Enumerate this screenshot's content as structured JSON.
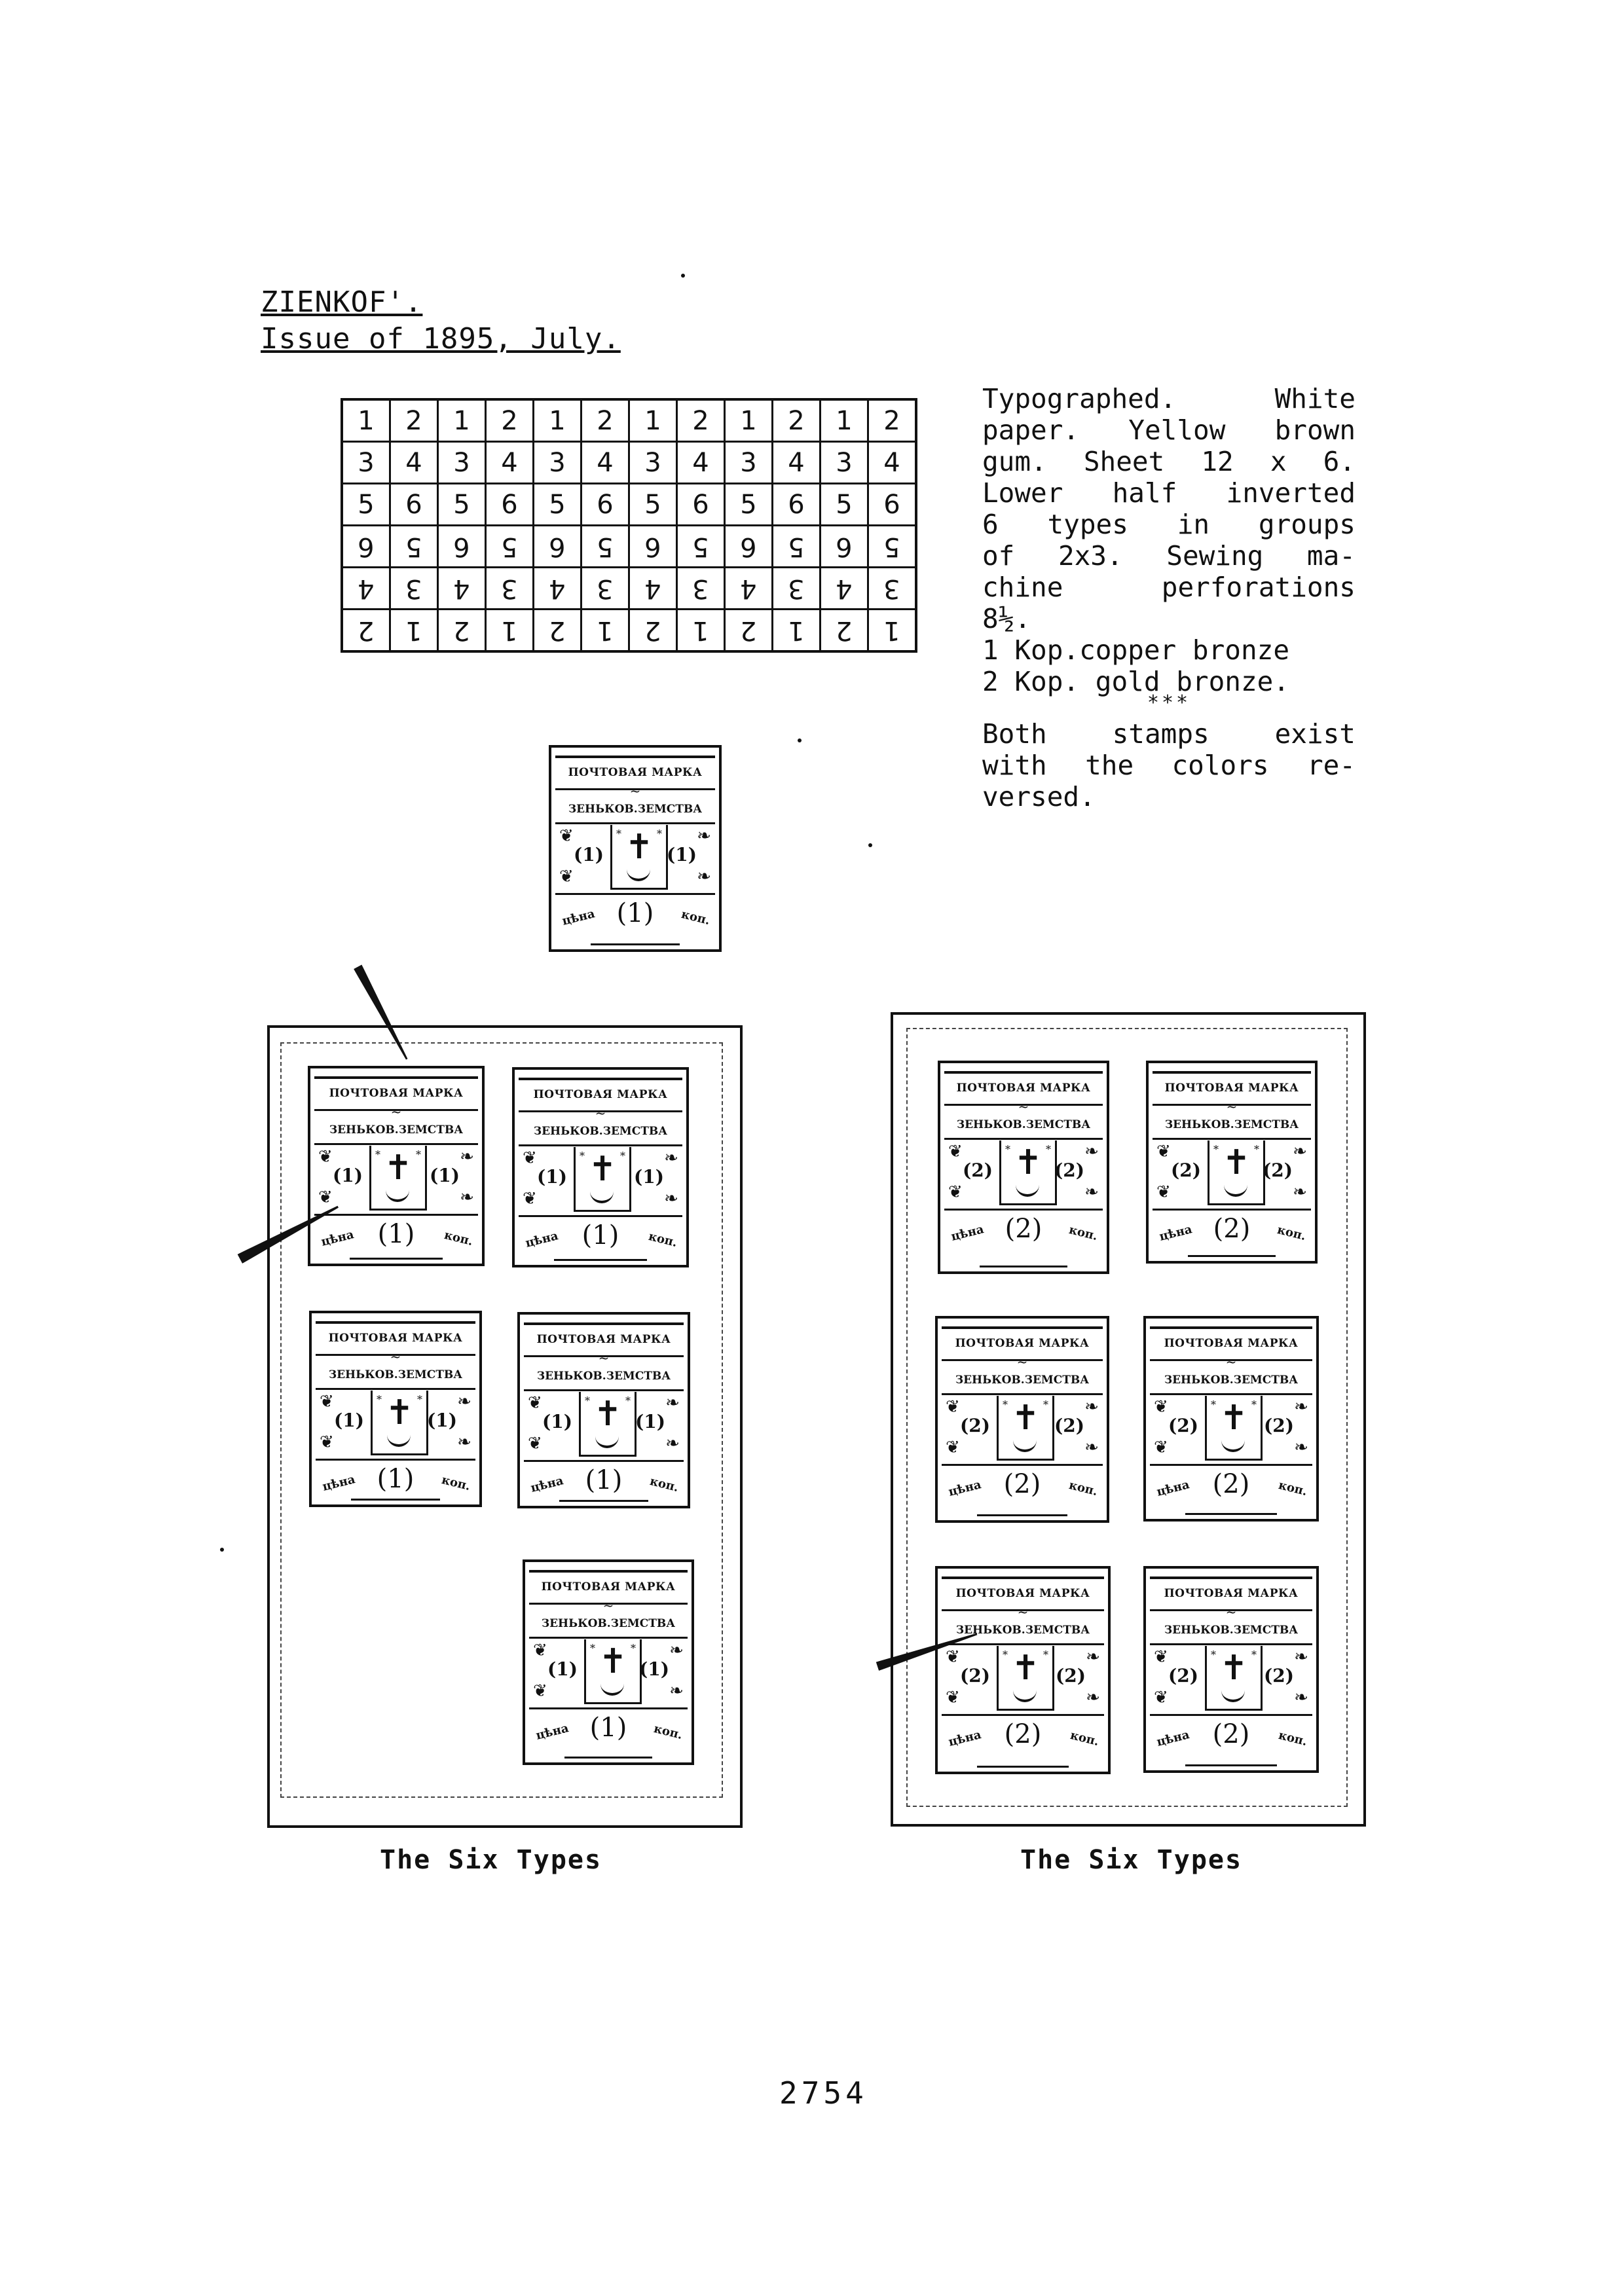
{
  "header": {
    "title": "ZIENKOF'.",
    "subtitle": "Issue of 1895, July."
  },
  "plate_layout": {
    "rows": [
      [
        "1",
        "2",
        "1",
        "2",
        "1",
        "2",
        "1",
        "2",
        "1",
        "2",
        "1",
        "2"
      ],
      [
        "3",
        "4",
        "3",
        "4",
        "3",
        "4",
        "3",
        "4",
        "3",
        "4",
        "3",
        "4"
      ],
      [
        "5",
        "6",
        "5",
        "6",
        "5",
        "6",
        "5",
        "6",
        "5",
        "6",
        "5",
        "6"
      ],
      [
        "6",
        "5",
        "6",
        "5",
        "6",
        "5",
        "6",
        "5",
        "6",
        "5",
        "6",
        "5"
      ],
      [
        "4",
        "3",
        "4",
        "3",
        "4",
        "3",
        "4",
        "3",
        "4",
        "3",
        "4",
        "3"
      ],
      [
        "2",
        "1",
        "2",
        "1",
        "2",
        "1",
        "2",
        "1",
        "2",
        "1",
        "2",
        "1"
      ]
    ]
  },
  "description": {
    "lines": [
      "Typographed. White",
      "paper. Yellow brown",
      "gum. Sheet 12 x 6.",
      "Lower half inverted",
      "6 types in groups",
      "of 2x3. Sewing ma-",
      "chine perforations",
      "8½.",
      "1 Kop.copper bronze",
      "2 Kop. gold bronze."
    ],
    "separator": "***",
    "note_lines": [
      "Both stamps exist",
      "with the colors re-",
      "versed."
    ]
  },
  "stamp_text": {
    "top": "ПОЧТОВАЯ МАРКА",
    "middle": "ЗЕНЬКОВ.ЗЕМСТВА",
    "price_left": "цѣна",
    "price_right": "коп.",
    "value_1": "1",
    "value_2": "2",
    "small_value_1": "(1)",
    "small_value_2": "(2)",
    "big_value_1": "(1)",
    "big_value_2": "(2)"
  },
  "captions": {
    "left": "The Six Types",
    "right": "The Six Types"
  },
  "page_number": "2754"
}
